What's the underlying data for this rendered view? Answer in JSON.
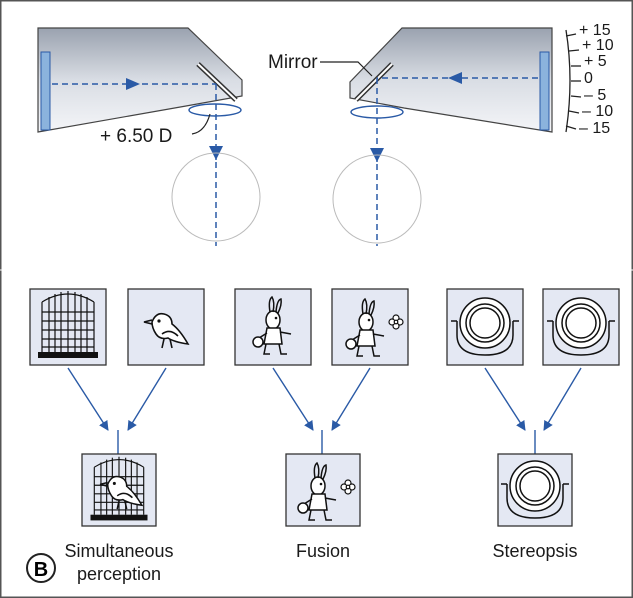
{
  "figure_badge": "B",
  "labels": {
    "mirror": "Mirror",
    "lens_power": "+ 6.50 D"
  },
  "scale_ticks": [
    "+ 15",
    "+ 10",
    "+ 5",
    "0",
    "– 5",
    "– 10",
    "– 15"
  ],
  "groups": [
    {
      "caption_line1": "Simultaneous",
      "caption_line2": "perception",
      "left_card": "cage",
      "right_card": "bird",
      "result_card": "bird-in-cage"
    },
    {
      "caption_line1": "Fusion",
      "caption_line2": "",
      "left_card": "rabbit",
      "right_card": "rabbit-with-flower",
      "result_card": "rabbit-with-flower"
    },
    {
      "caption_line1": "Stereopsis",
      "caption_line2": "",
      "left_card": "ring-bucket",
      "right_card": "ring-bucket",
      "result_card": "ring-bucket"
    }
  ],
  "colors": {
    "frame": "#555555",
    "card_bg": "#e4e8f3",
    "tube_dark": "#9ea6b3",
    "tube_light": "#eef0f4",
    "accent_blue": "#2a5aa6",
    "slide_blue": "#8bb3dd"
  }
}
